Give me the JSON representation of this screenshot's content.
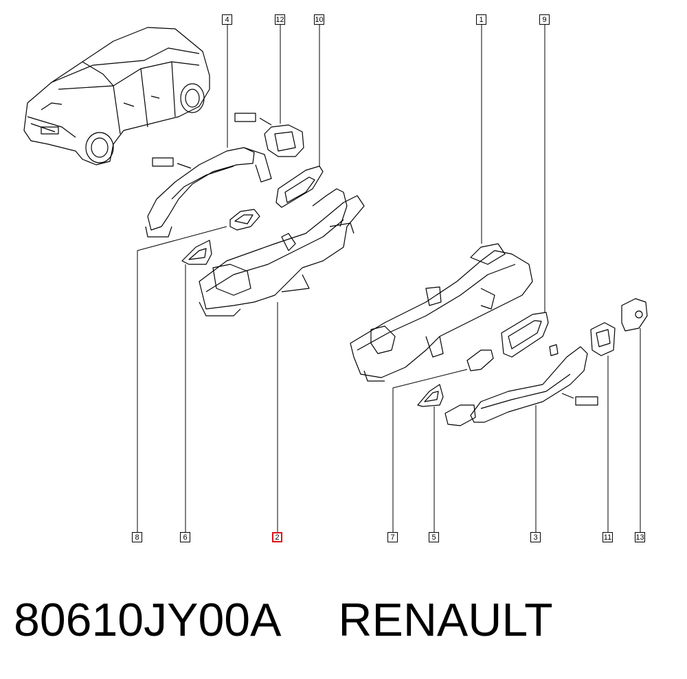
{
  "callouts": {
    "c1": "1",
    "c2": "2",
    "c3": "3",
    "c4": "4",
    "c5": "5",
    "c6": "6",
    "c7": "7",
    "c8": "8",
    "c9": "9",
    "c10": "10",
    "c11": "11",
    "c12": "12",
    "c13": "13"
  },
  "caption": {
    "part_number": "80610JY00A",
    "brand": "RENAULT"
  },
  "colors": {
    "line": "#000000",
    "highlight": "#e0101a",
    "background": "#ffffff"
  }
}
